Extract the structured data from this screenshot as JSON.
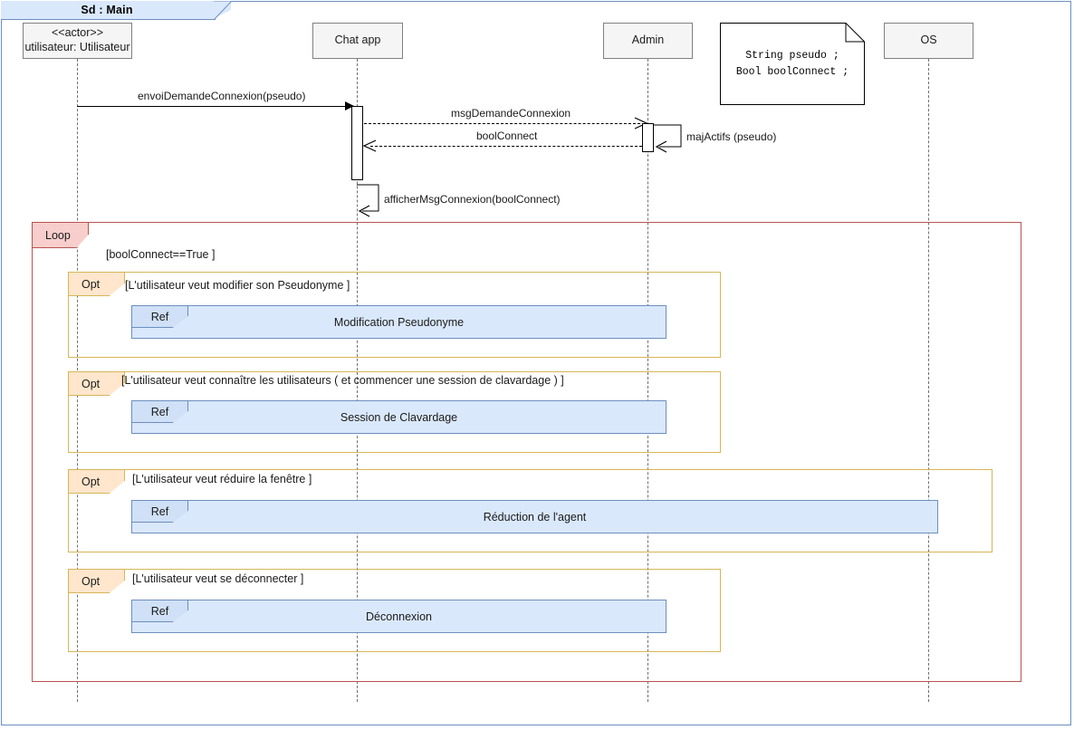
{
  "frame": {
    "tab_label": "Sd :  Main",
    "border_color": "#6c8ebf",
    "tab_fill": "#dae8fc"
  },
  "lifelines": [
    {
      "id": "utilisateur",
      "line1": "<<actor>>",
      "line2": "utilisateur: Utilisateur"
    },
    {
      "id": "chatapp",
      "line1": "Chat app",
      "line2": ""
    },
    {
      "id": "admin",
      "line1": "Admin",
      "line2": ""
    },
    {
      "id": "os",
      "line1": "OS",
      "line2": ""
    }
  ],
  "note": {
    "line1": "String pseudo ;",
    "line2": "Bool boolConnect ;"
  },
  "messages": [
    {
      "id": "m1",
      "label": "envoiDemandeConnexion(pseudo)",
      "style": "solid",
      "direction": "right"
    },
    {
      "id": "m2",
      "label": "msgDemandeConnexion",
      "style": "dashed",
      "direction": "right"
    },
    {
      "id": "m3",
      "label": "boolConnect",
      "style": "dashed",
      "direction": "left"
    },
    {
      "id": "m4",
      "label": "majActifs (pseudo)",
      "style": "self",
      "direction": "self"
    },
    {
      "id": "m5",
      "label": "afficherMsgConnexion(boolConnect)",
      "style": "self",
      "direction": "self"
    }
  ],
  "loop_fragment": {
    "tab_label": "Loop",
    "guard": "[boolConnect==True ]",
    "border_color": "#b85450",
    "tab_fill": "#f8cecc"
  },
  "opt_fragments": [
    {
      "tab_label": "Opt",
      "guard": "[L'utilisateur veut modifier son Pseudonyme ]",
      "ref_tab": "Ref",
      "ref_title": "Modification Pseudonyme"
    },
    {
      "tab_label": "Opt",
      "guard": "[L'utilisateur veut connaître les utilisateurs ( et commencer une session de clavardage ) ]",
      "ref_tab": "Ref",
      "ref_title": "Session de Clavardage"
    },
    {
      "tab_label": "Opt",
      "guard": "[L'utilisateur veut réduire la fenêtre ]",
      "ref_tab": "Ref",
      "ref_title": "Réduction de l'agent"
    },
    {
      "tab_label": "Opt",
      "guard": "[L'utilisateur veut se déconnecter ]",
      "ref_tab": "Ref",
      "ref_title": "Déconnexion"
    }
  ],
  "colors": {
    "opt_border": "#d6b656",
    "opt_tab_fill": "#ffe6cc",
    "ref_fill": "#dae8fc",
    "ref_border": "#6c8ebf",
    "lifeline_fill": "#f5f5f5",
    "lifeline_border": "#808080"
  }
}
